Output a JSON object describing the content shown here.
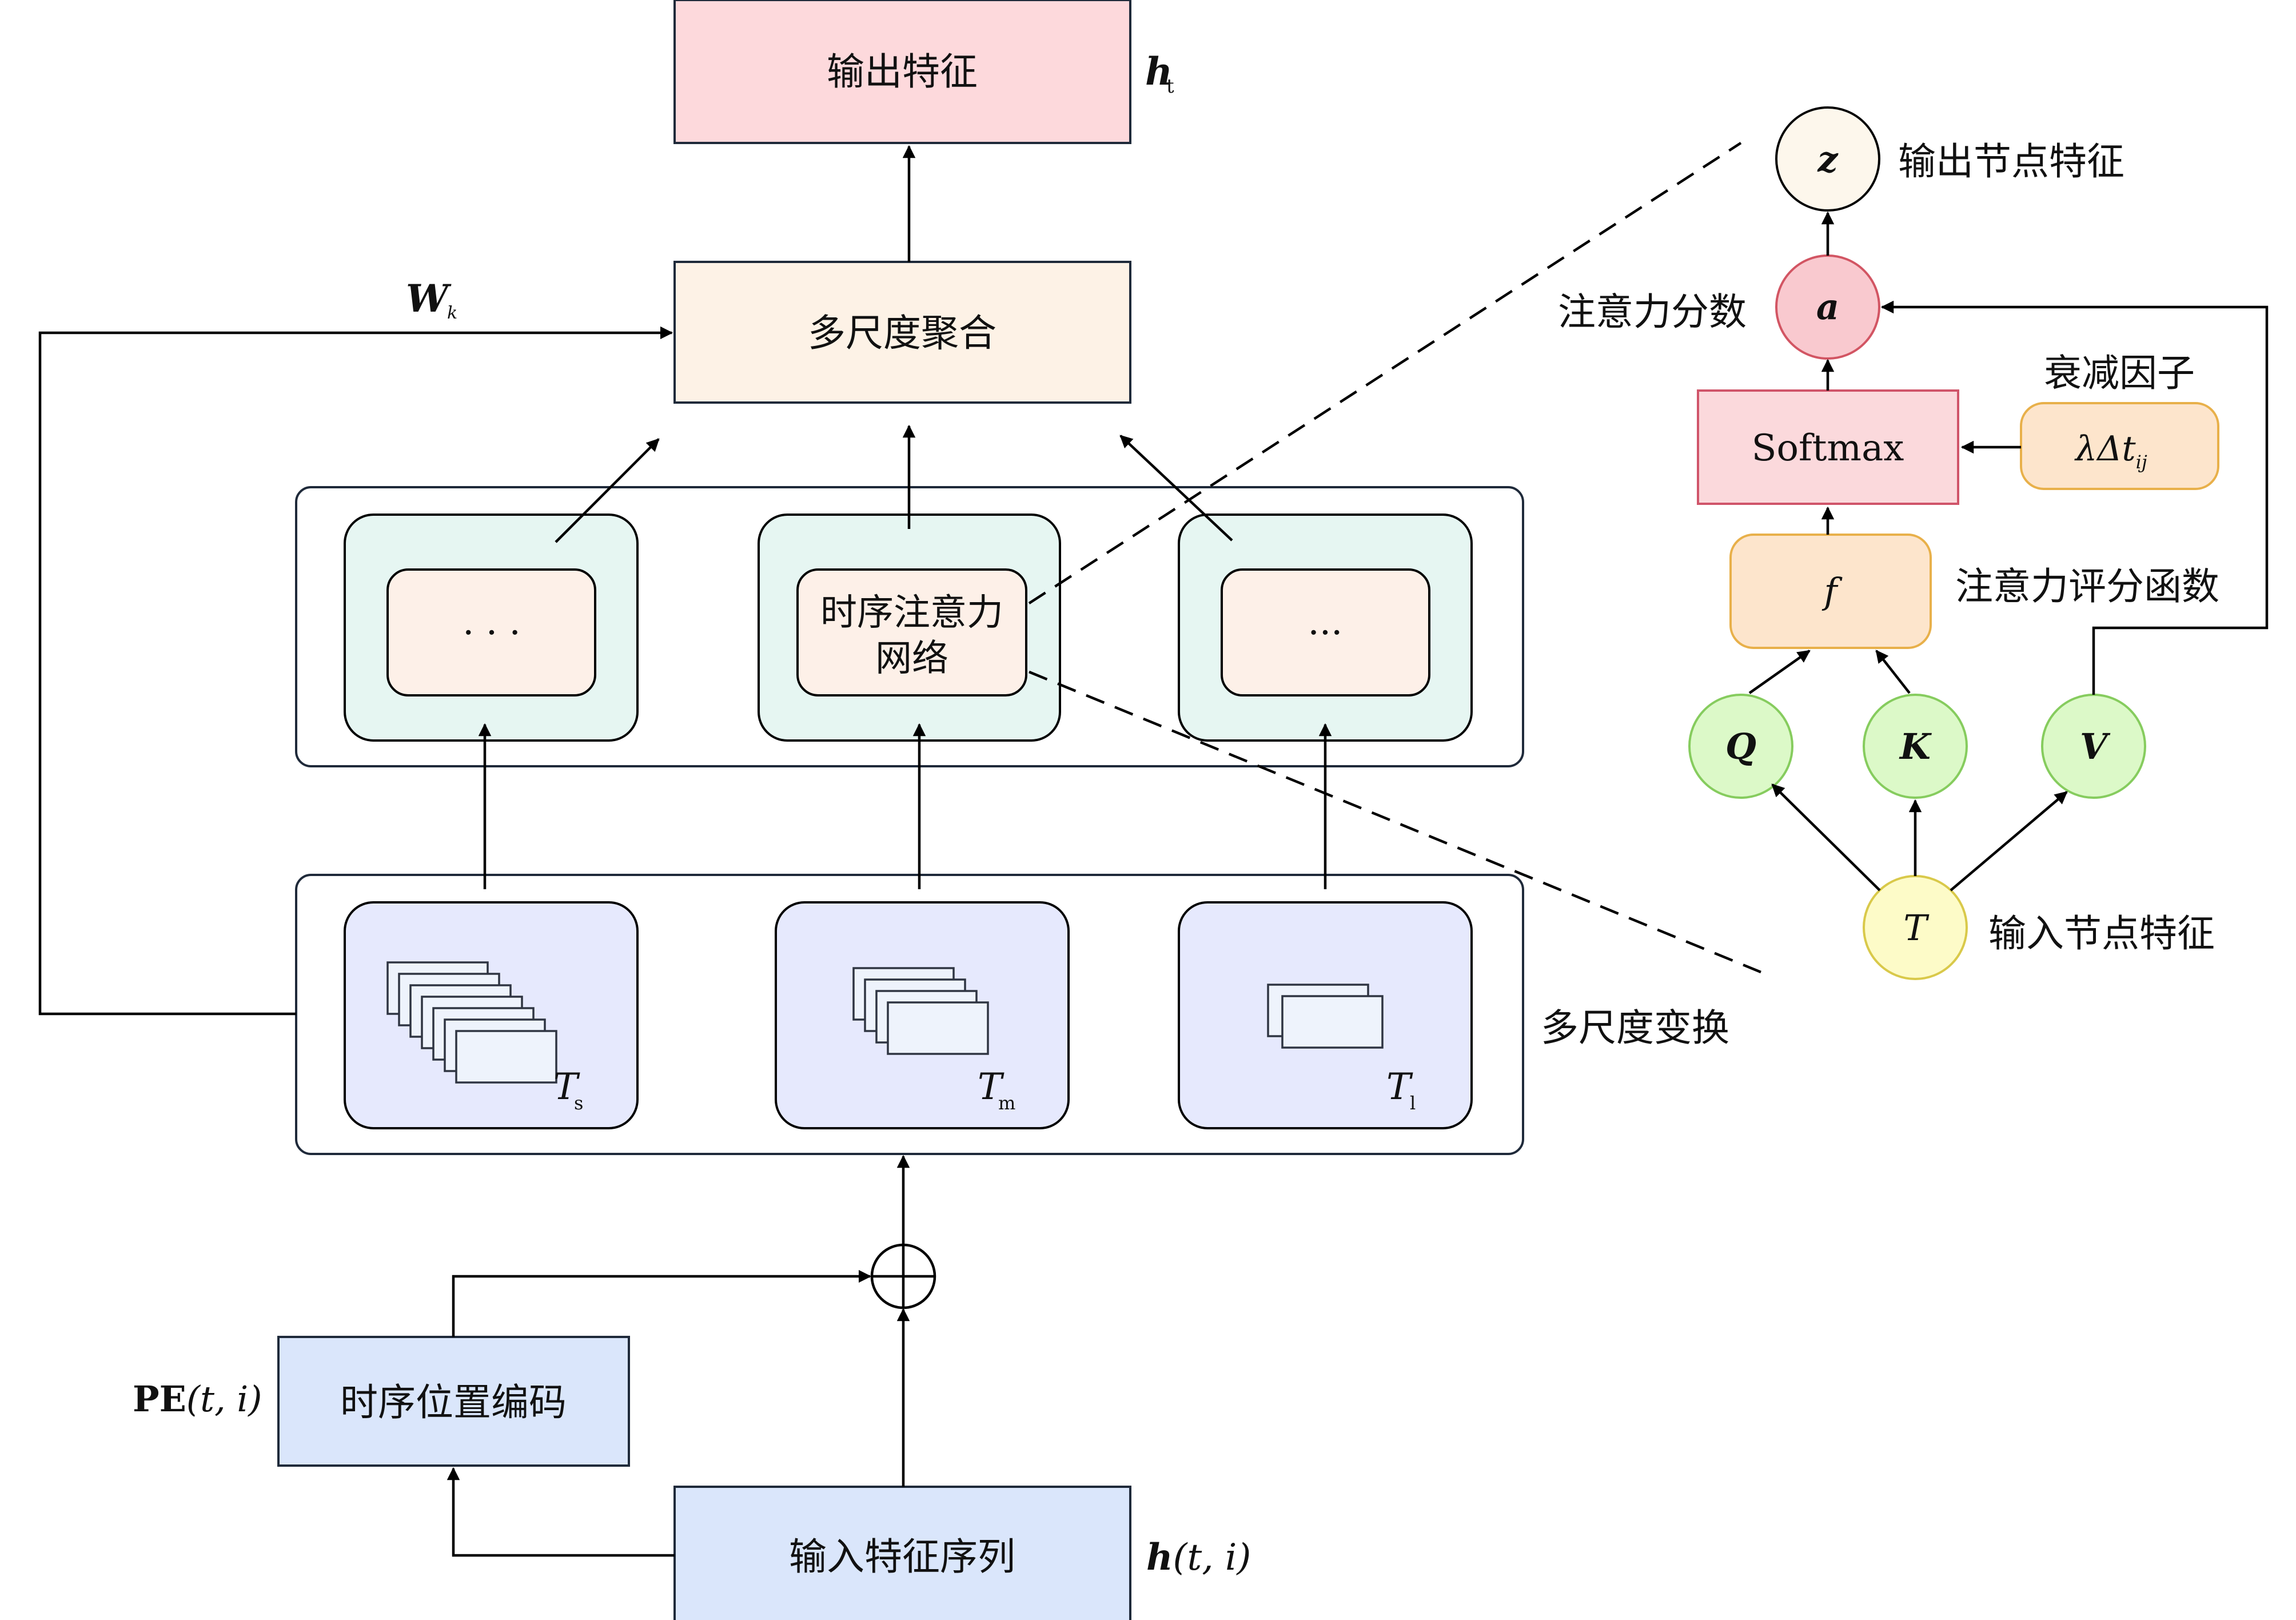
{
  "left": {
    "output_feature": {
      "label": "输出特征",
      "symbol": "h",
      "symbol_sub": "t"
    },
    "aggregation": {
      "label": "多尺度聚合",
      "weight_symbol": "W",
      "weight_sub": "k"
    },
    "attention_blocks": [
      {
        "inner_label": "· · ·"
      },
      {
        "inner_label_line1": "时序注意力",
        "inner_label_line2": "网络"
      },
      {
        "inner_label": "···"
      }
    ],
    "transform": {
      "label": "多尺度变换",
      "scales": [
        {
          "symbol": "T",
          "sub": "s"
        },
        {
          "symbol": "T",
          "sub": "m"
        },
        {
          "symbol": "T",
          "sub": "l"
        }
      ]
    },
    "position_encoding": {
      "label": "时序位置编码",
      "symbol_bold": "PE",
      "symbol_args": "(t, i)"
    },
    "input_sequence": {
      "label": "输入特征序列",
      "symbol": "h",
      "symbol_args": "(t, i)"
    }
  },
  "right": {
    "output_node": {
      "symbol": "z",
      "label": "输出节点特征"
    },
    "attention_score": {
      "symbol": "a",
      "label": "注意力分数"
    },
    "softmax": {
      "label": "Softmax"
    },
    "decay": {
      "title": "衰减因子",
      "formula": "λΔt",
      "formula_sub": "ij"
    },
    "score_function": {
      "symbol": "f",
      "label": "注意力评分函数"
    },
    "q": {
      "symbol": "Q"
    },
    "k": {
      "symbol": "K"
    },
    "v": {
      "symbol": "V"
    },
    "input_node": {
      "symbol": "T",
      "label": "输入节点特征"
    }
  },
  "colors": {
    "output_fill": "#fdd9dc",
    "agg_fill": "#fdf2e6",
    "panel_green": "#e6f6f2",
    "inner_peach": "#fdf0e8",
    "transform_fill": "#e6e9fd",
    "blue_fill": "#dae6fb",
    "softmax_fill": "#fbd9dc",
    "softmax_stroke": "#d0556a",
    "orange_fill": "#fde5cc",
    "orange_stroke": "#e8b04a",
    "a_fill": "#f9c9cf",
    "a_stroke": "#d25563",
    "z_fill": "#fdf7ec",
    "qkv_fill": "#dcf9c8",
    "qkv_stroke": "#86cc5e",
    "t_fill": "#fdfbc8",
    "t_stroke": "#d9c94a"
  }
}
